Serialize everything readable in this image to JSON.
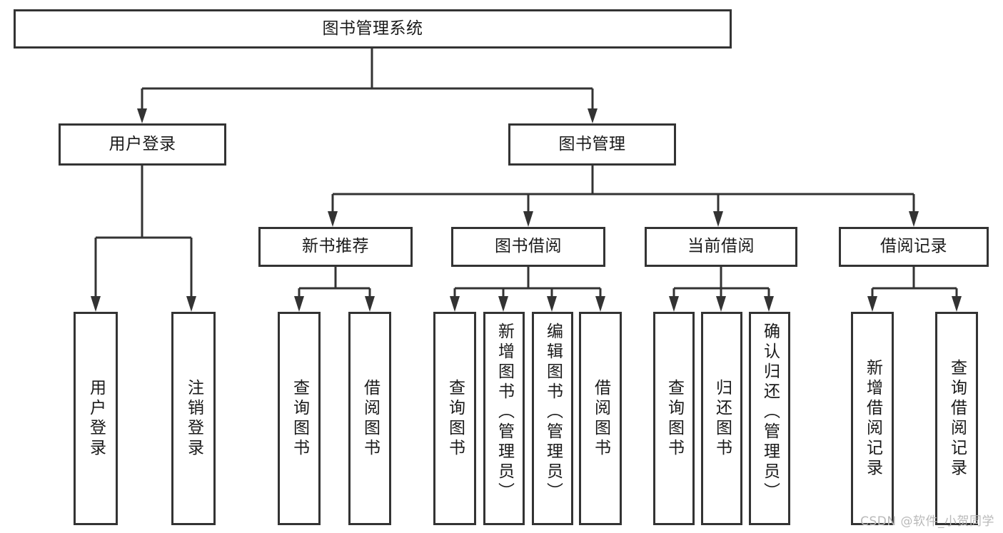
{
  "diagram": {
    "title": "图书管理系统",
    "type": "tree-hierarchy",
    "watermark": "CSDN @软件_小贺同学",
    "colors": {
      "stroke": "#333333",
      "box_fill": "#ffffff",
      "text": "#1a1a1a",
      "watermark": "#b9b9b9",
      "background": "#ffffff"
    },
    "root": {
      "id": "root",
      "label": "图书管理系统"
    },
    "level2": [
      {
        "id": "user-login",
        "label": "用户登录"
      },
      {
        "id": "book-manage",
        "label": "图书管理"
      }
    ],
    "level3": [
      {
        "id": "new-book-rec",
        "label": "新书推荐",
        "parent": "book-manage"
      },
      {
        "id": "book-borrow",
        "label": "图书借阅",
        "parent": "book-manage"
      },
      {
        "id": "current-borrow",
        "label": "当前借阅",
        "parent": "book-manage"
      },
      {
        "id": "borrow-record",
        "label": "借阅记录",
        "parent": "book-manage"
      }
    ],
    "leaves": [
      {
        "id": "leaf-user-login",
        "label": "用户登录",
        "parent": "user-login"
      },
      {
        "id": "leaf-logout",
        "label": "注销登录",
        "parent": "user-login"
      },
      {
        "id": "leaf-query-book-1",
        "label": "查询图书",
        "parent": "new-book-rec"
      },
      {
        "id": "leaf-borrow-book-1",
        "label": "借阅图书",
        "parent": "new-book-rec"
      },
      {
        "id": "leaf-query-book-2",
        "label": "查询图书",
        "parent": "book-borrow"
      },
      {
        "id": "leaf-add-book",
        "label": "新增图书（管理员）",
        "parent": "book-borrow"
      },
      {
        "id": "leaf-edit-book",
        "label": "编辑图书（管理员）",
        "parent": "book-borrow"
      },
      {
        "id": "leaf-borrow-book-2",
        "label": "借阅图书",
        "parent": "book-borrow"
      },
      {
        "id": "leaf-query-book-3",
        "label": "查询图书",
        "parent": "current-borrow"
      },
      {
        "id": "leaf-return-book",
        "label": "归还图书",
        "parent": "current-borrow"
      },
      {
        "id": "leaf-confirm-return",
        "label": "确认归还（管理员）",
        "parent": "current-borrow"
      },
      {
        "id": "leaf-add-record",
        "label": "新增借阅记录",
        "parent": "borrow-record"
      },
      {
        "id": "leaf-query-record",
        "label": "查询借阅记录",
        "parent": "borrow-record"
      }
    ]
  }
}
